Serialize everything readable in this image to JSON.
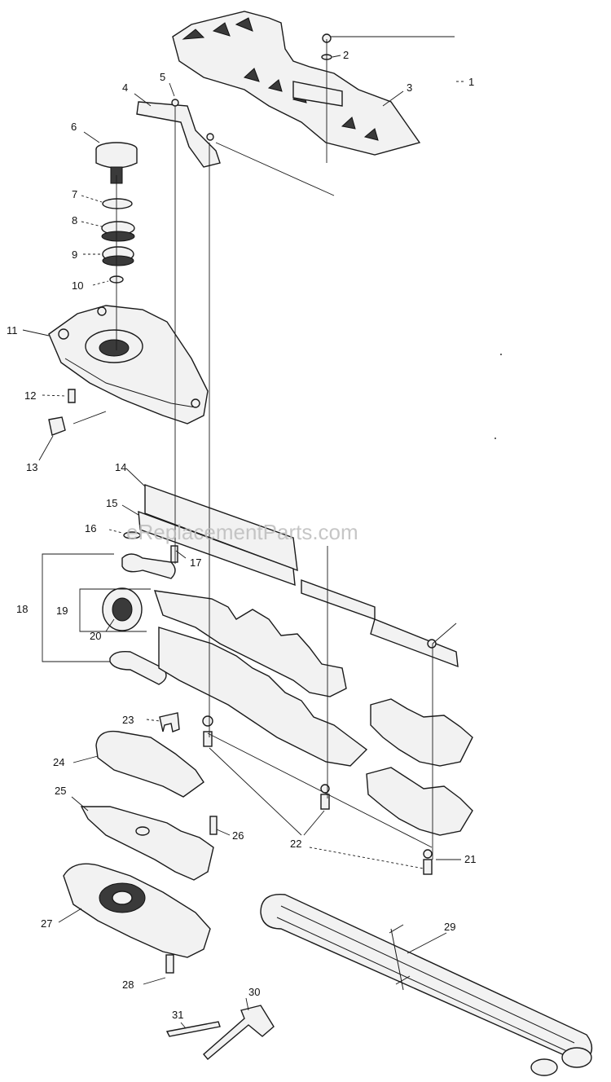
{
  "diagram": {
    "watermark": "eReplacementParts.com",
    "callouts": [
      "1",
      "2",
      "3",
      "4",
      "5",
      "6",
      "7",
      "8",
      "9",
      "10",
      "11",
      "12",
      "13",
      "14",
      "15",
      "16",
      "17",
      "18",
      "19",
      "20",
      "21",
      "22",
      "23",
      "24",
      "25",
      "26",
      "27",
      "28",
      "29",
      "30",
      "31"
    ]
  }
}
